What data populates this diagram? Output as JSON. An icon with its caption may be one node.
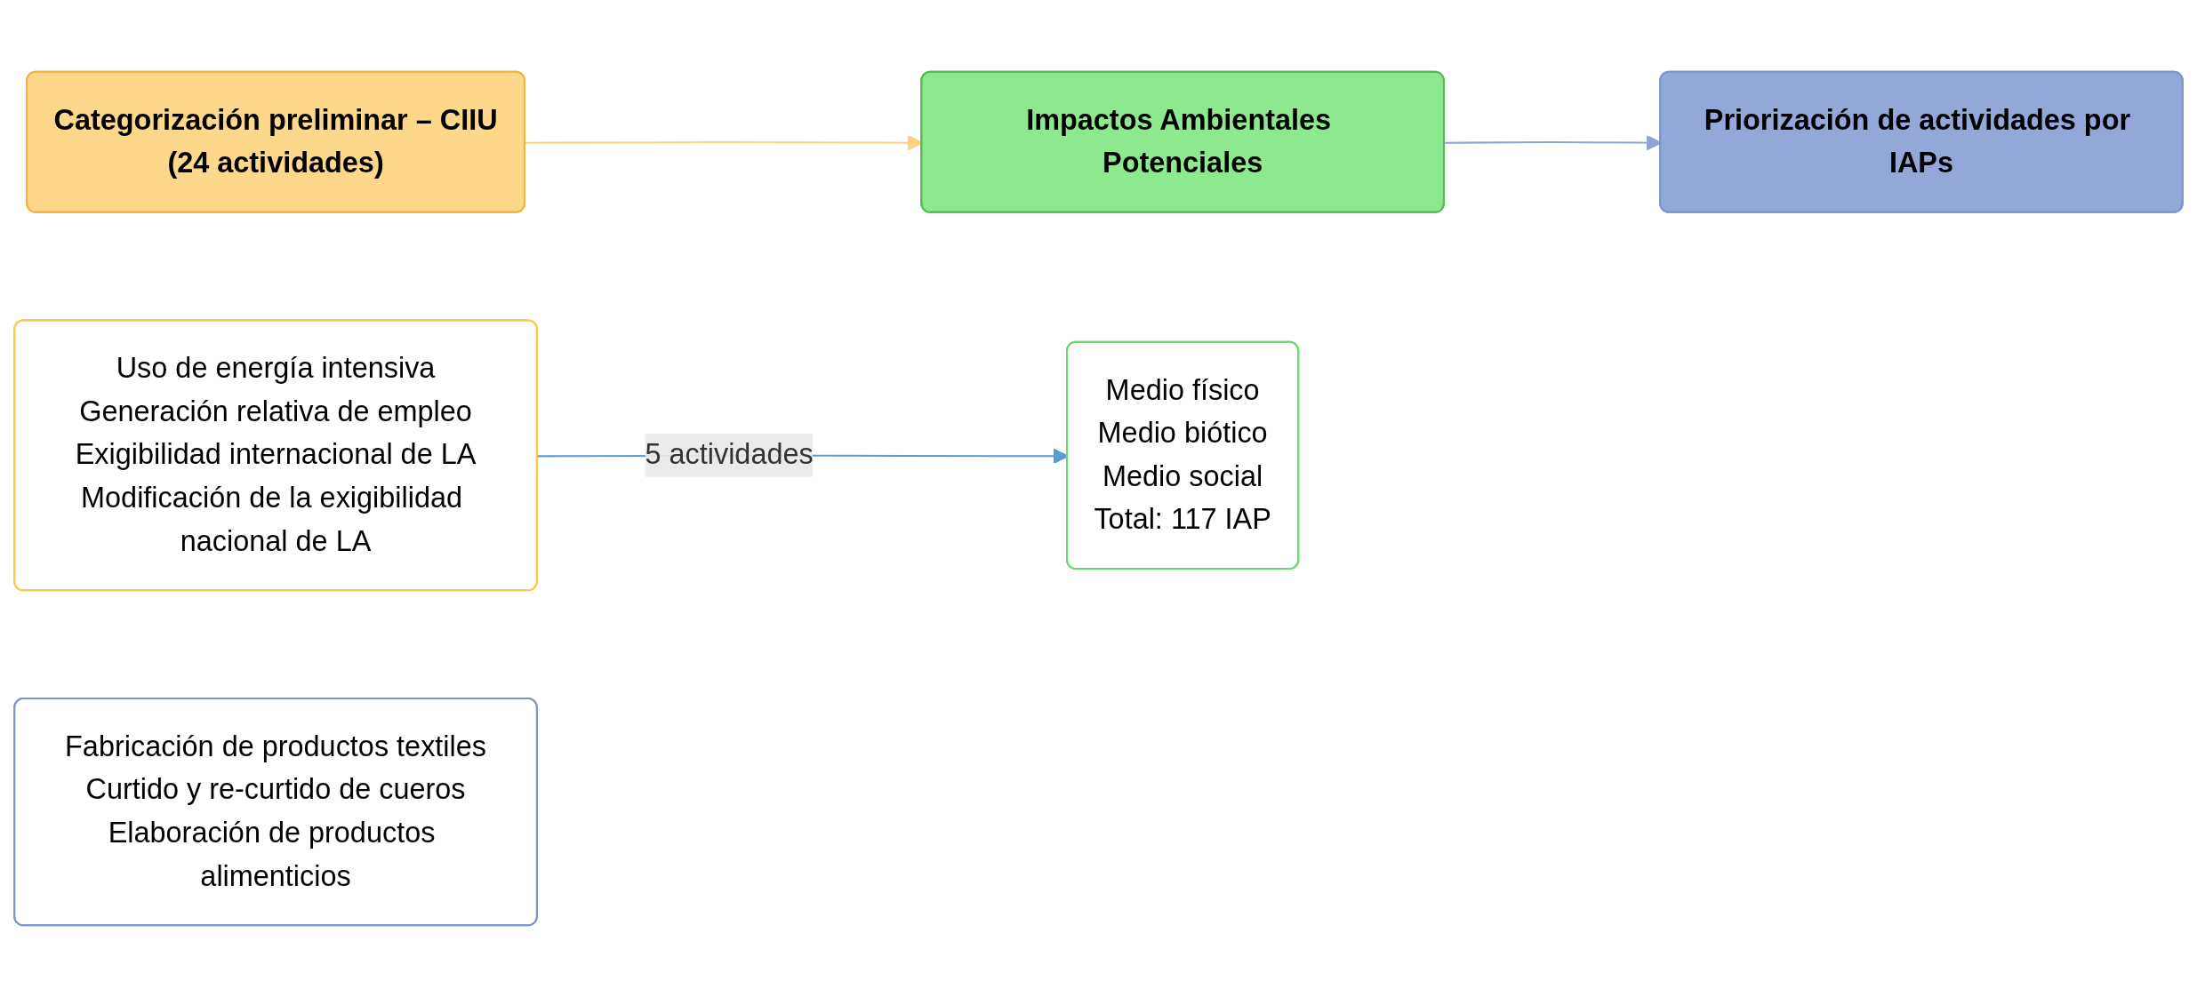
{
  "diagram": {
    "nodes": [
      {
        "text": [
          "Categorización preliminar – CIIU",
          "(24 actividades)"
        ]
      },
      {
        "text": [
          "Uso de energía intensiva",
          "Generación relativa de empleo",
          "Exigibilidad internacional de LA",
          "Modificación de la exigibilidad nacional de LA"
        ]
      },
      {
        "text": [
          "Impactos Ambientales Potenciales"
        ]
      },
      {
        "text": [
          "Medio físico",
          "Medio biótico",
          "Medio social",
          "Total: 117 IAP"
        ]
      },
      {
        "text": [
          "Priorización de actividades por IAPs"
        ]
      },
      {
        "text": [
          "Fabricación de productos textiles",
          "Curtido y re-curtido de cueros",
          "Elaboración de productos alimenticios"
        ]
      }
    ],
    "edges": [
      {
        "from": 0,
        "to": 2,
        "arrow": "to",
        "color": "#fcd27e"
      },
      {
        "from": 2,
        "to": 4,
        "arrow": "to",
        "color": "#8fa3d6"
      },
      {
        "from": 1,
        "to": 3,
        "arrow": "to",
        "label": "5 actividades",
        "color": "#5b9bd5"
      }
    ]
  }
}
